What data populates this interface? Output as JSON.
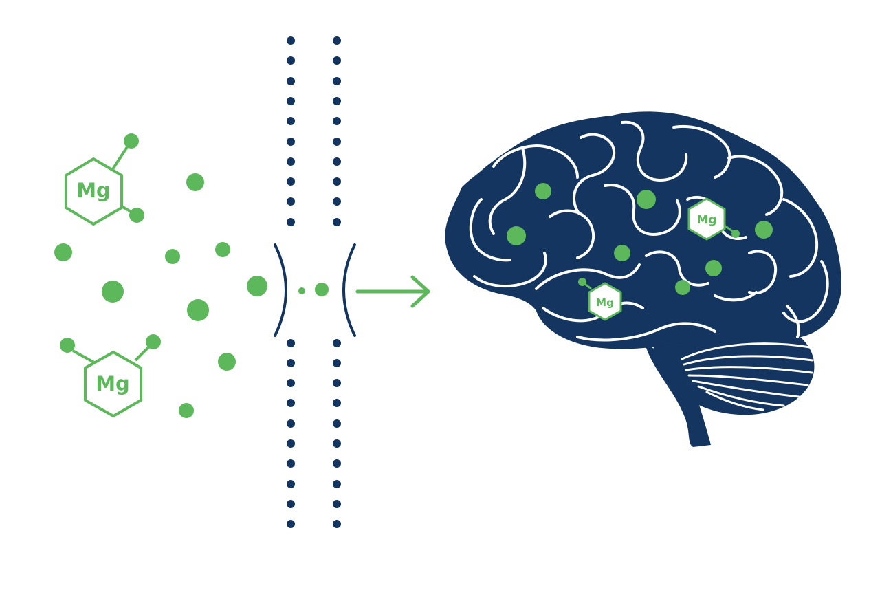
{
  "colors": {
    "background": "#ffffff",
    "magnesium_green": "#5cb85a",
    "barrier_navy": "#13345f",
    "brain_navy": "#133560",
    "fold_line": "#ffffff"
  },
  "molecules": {
    "outside_top_label": "Mg",
    "outside_bottom_label": "Mg",
    "brain_upper_label": "Mg",
    "brain_lower_label": "Mg"
  },
  "icons": {
    "barrier": "blood-brain-barrier-dotted-membrane",
    "channel": "barrier-channel-opening",
    "arrow": "arrow-right-icon",
    "brain": "brain-icon"
  }
}
